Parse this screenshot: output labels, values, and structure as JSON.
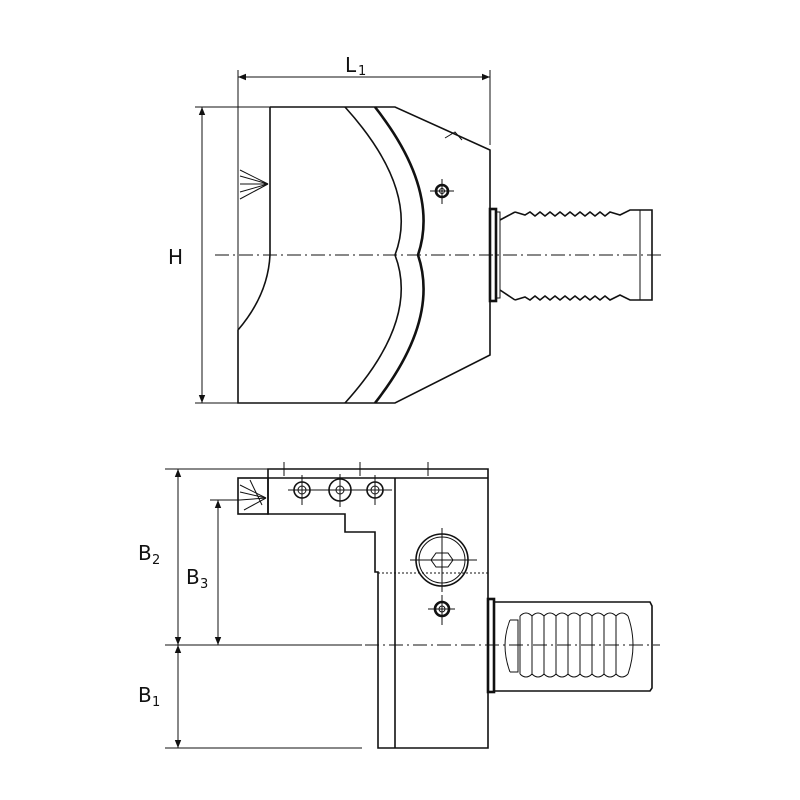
{
  "dimensions": {
    "L1": {
      "symbol": "L",
      "subscript": "1"
    },
    "H": {
      "symbol": "H"
    },
    "B2": {
      "symbol": "B",
      "subscript": "2"
    },
    "B3": {
      "symbol": "B",
      "subscript": "3"
    },
    "B1": {
      "symbol": "B",
      "subscript": "1"
    }
  },
  "colors": {
    "line": "#111111",
    "background": "#ffffff"
  }
}
